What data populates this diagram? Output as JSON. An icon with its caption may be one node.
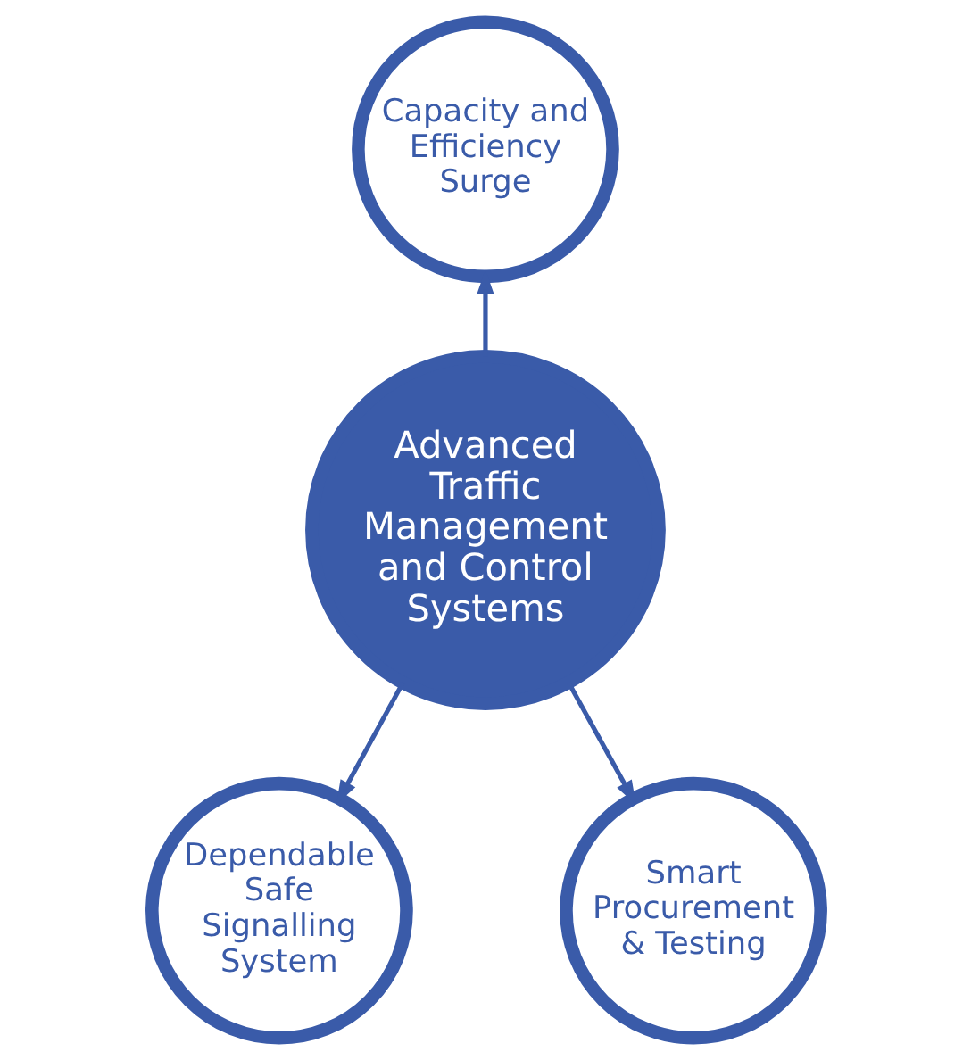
{
  "diagram": {
    "nodes": [
      {
        "text": [
          "Advanced Traffic Management and Control Systems"
        ]
      },
      {
        "text": [
          "Capacity and Efficiency Surge"
        ]
      },
      {
        "text": [
          "Dependable Safe Signalling System"
        ]
      },
      {
        "text": [
          "Smart Procurement & Testing"
        ]
      }
    ],
    "edges": [
      {
        "from": 0,
        "to": 1,
        "arrow": "to"
      },
      {
        "from": 0,
        "to": 2,
        "arrow": "to"
      },
      {
        "from": 0,
        "to": 3,
        "arrow": "to"
      }
    ]
  }
}
